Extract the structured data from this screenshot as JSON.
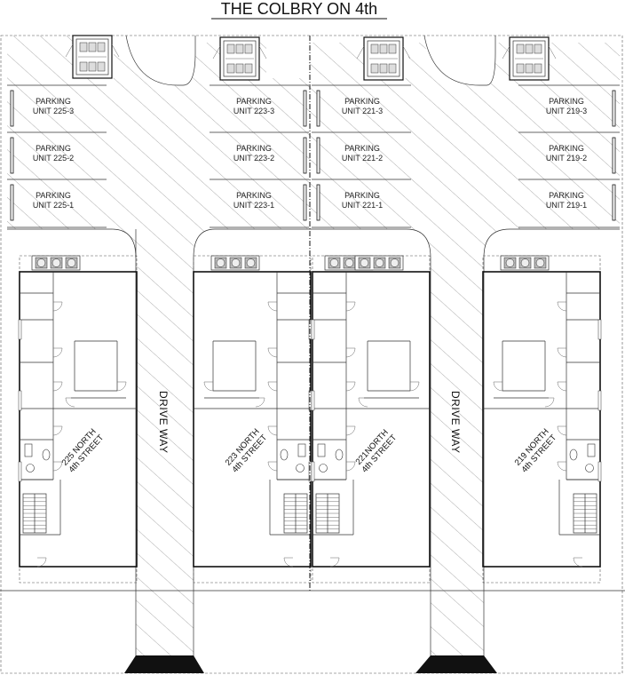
{
  "title": "THE COLBRY ON 4th",
  "drive_label": "DRIVE WAY",
  "parking_word": "PARKING",
  "parking_columns": [
    {
      "unit": "225",
      "spaces": [
        "UNIT 225-3",
        "UNIT 225-2",
        "UNIT 225-1"
      ]
    },
    {
      "unit": "223",
      "spaces": [
        "UNIT 223-3",
        "UNIT 223-2",
        "UNIT 223-1"
      ]
    },
    {
      "unit": "221",
      "spaces": [
        "UNIT 221-3",
        "UNIT 221-2",
        "UNIT 221-1"
      ]
    },
    {
      "unit": "219",
      "spaces": [
        "UNIT 219-3",
        "UNIT 219-2",
        "UNIT 219-1"
      ]
    }
  ],
  "buildings": [
    {
      "line1": "225 NORTH",
      "line2": "4th STREET"
    },
    {
      "line1": "223 NORTH",
      "line2": "4th STREET"
    },
    {
      "line1": "221NORTH",
      "line2": "4th STREET"
    },
    {
      "line1": "219 NORTH",
      "line2": "4th STREET"
    }
  ]
}
